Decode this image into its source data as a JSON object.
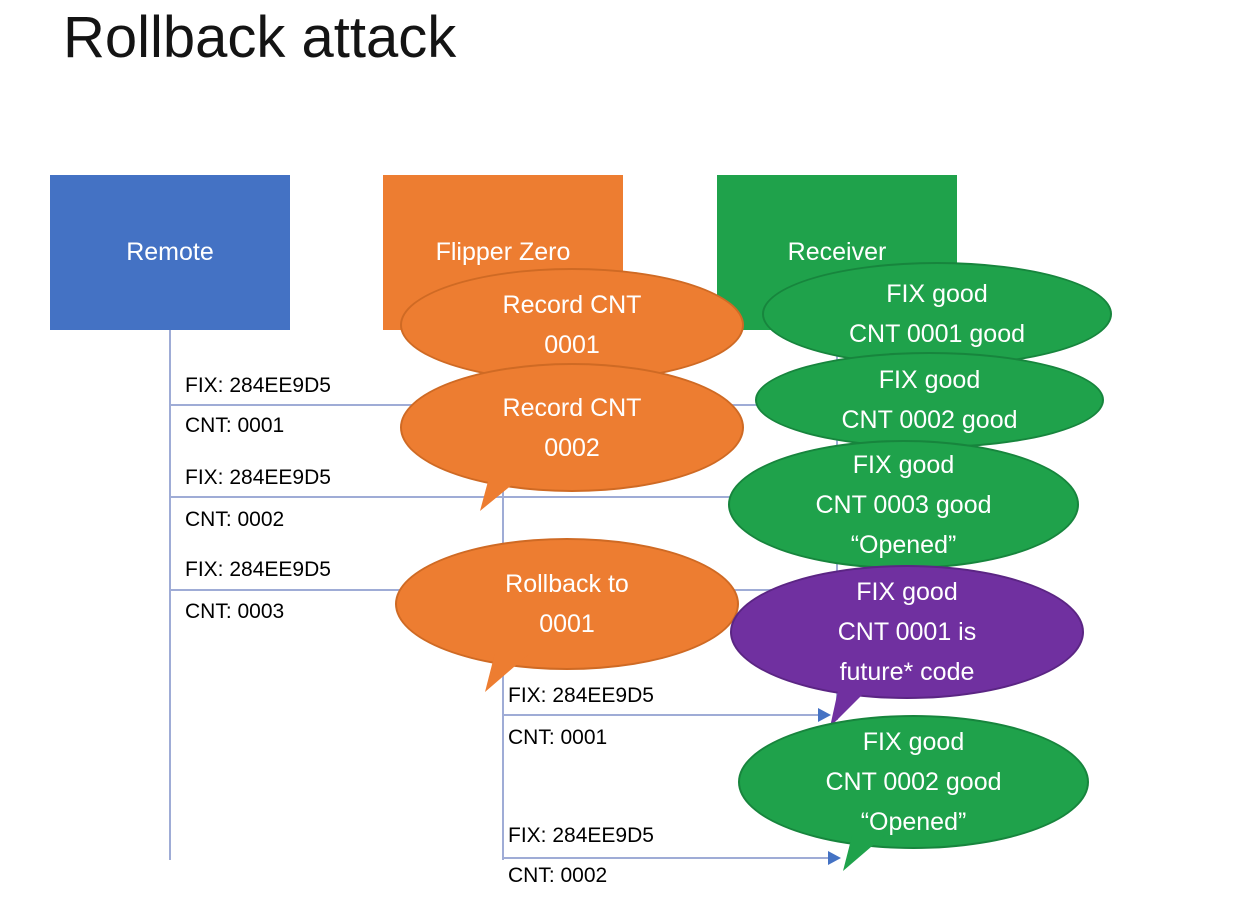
{
  "title": "Rollback attack",
  "colors": {
    "blue": "#4472C4",
    "orange": "#ED7D31",
    "green": "#1FA24B",
    "purple": "#7030A0",
    "line": "#9FACD6",
    "arrow": "#4472C4"
  },
  "actors": [
    {
      "label": "Remote"
    },
    {
      "label": "Flipper Zero"
    },
    {
      "label": "Receiver"
    }
  ],
  "messages": [
    {
      "fix": "FIX: 284EE9D5",
      "cnt": "CNT: 0001"
    },
    {
      "fix": "FIX: 284EE9D5",
      "cnt": "CNT: 0002"
    },
    {
      "fix": "FIX: 284EE9D5",
      "cnt": "CNT: 0003"
    },
    {
      "fix": "FIX: 284EE9D5",
      "cnt": "CNT: 0001"
    },
    {
      "fix": "FIX: 284EE9D5",
      "cnt": "CNT: 0002"
    }
  ],
  "bubbles": [
    {
      "color": "orange",
      "lines": [
        "Record CNT",
        "0001"
      ]
    },
    {
      "color": "orange",
      "lines": [
        "Record CNT",
        "0002"
      ]
    },
    {
      "color": "green",
      "lines": [
        "FIX good",
        "CNT 0001 good"
      ]
    },
    {
      "color": "green",
      "lines": [
        "FIX good",
        "CNT 0002 good"
      ]
    },
    {
      "color": "green",
      "lines": [
        "FIX good",
        "CNT 0003 good",
        "“Opened”"
      ]
    },
    {
      "color": "orange",
      "lines": [
        "Rollback to",
        "0001"
      ]
    },
    {
      "color": "purple",
      "lines": [
        "FIX good",
        "CNT 0001 is",
        "future* code"
      ]
    },
    {
      "color": "green",
      "lines": [
        "FIX good",
        "CNT 0002 good",
        "“Opened”"
      ]
    }
  ]
}
